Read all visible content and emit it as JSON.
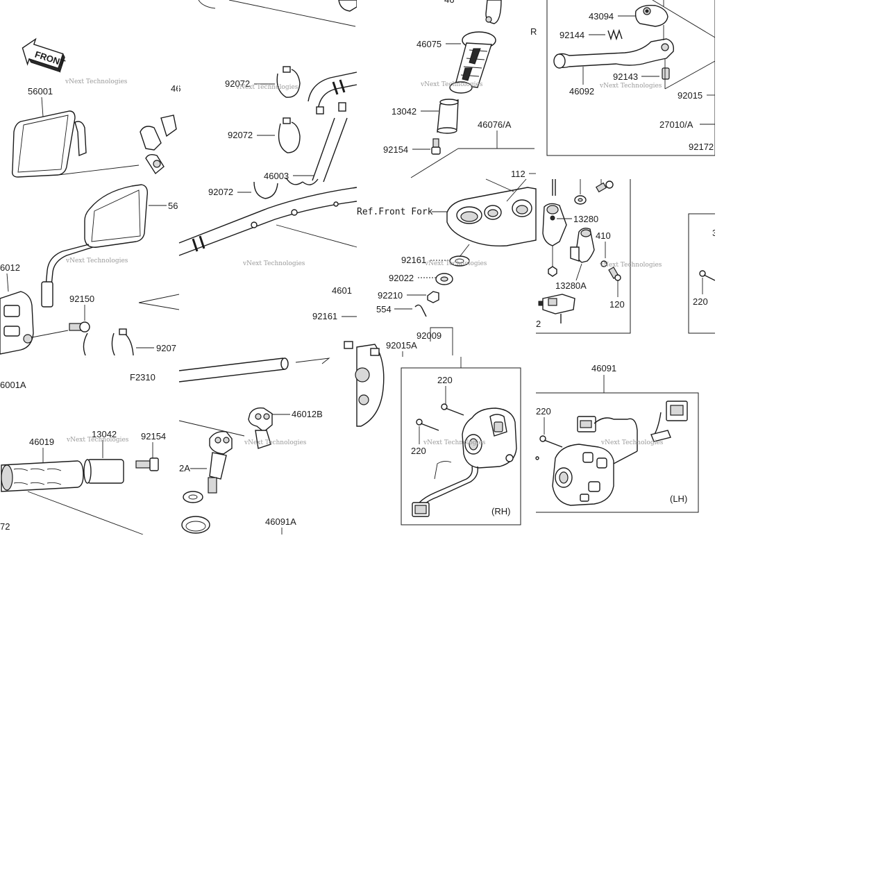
{
  "watermark": "vNext Technologies",
  "front_badge": "FRONT",
  "figure_code": "F2310",
  "ref_text": "Ref.Front Fork",
  "hand_labels": {
    "rh": "(RH)",
    "lh": "(LH)"
  },
  "labels": {
    "l56001_top": "56001",
    "l46x_top": "46",
    "l92072_a": "92072",
    "l92072_b": "92072",
    "l92072_c": "92072",
    "l46003": "46003",
    "l56x_right": "56",
    "l46012_left": "6012",
    "l92150": "92150",
    "l9207_clip": "9207",
    "l46001a": "6001A",
    "l46019": "46019",
    "l13042_bottom": "13042",
    "l92154_bottom": "92154",
    "l46012b": "46012B",
    "l2a": "2A",
    "l46091a": "46091A",
    "l72_bottom": "72",
    "l46012_mid": "4601",
    "l92161_mid": "92161",
    "l46075": "46075",
    "l13042_top": "13042",
    "l92154_top": "92154",
    "l46076a": "46076/A",
    "l112": "112",
    "l92161_right": "92161",
    "l92022": "92022",
    "l92210": "92210",
    "l554": "554",
    "l92009": "92009",
    "l92015a": "92015A",
    "l220_rh_top": "220",
    "l220_rh_bottom": "220",
    "l43094": "43094",
    "l92144": "92144",
    "l92143": "92143",
    "l46092": "46092",
    "l92015": "92015",
    "l27010a": "27010/A",
    "l92172": "92172",
    "l13280": "13280",
    "l410": "410",
    "l13280a": "13280A",
    "l120": "120",
    "l2_small": "2",
    "l220_far": "220",
    "l46091": "46091",
    "l220_lh": "220",
    "l_r_partial": "R",
    "l_46_top_partial": "46",
    "l_3_partial": "3"
  }
}
